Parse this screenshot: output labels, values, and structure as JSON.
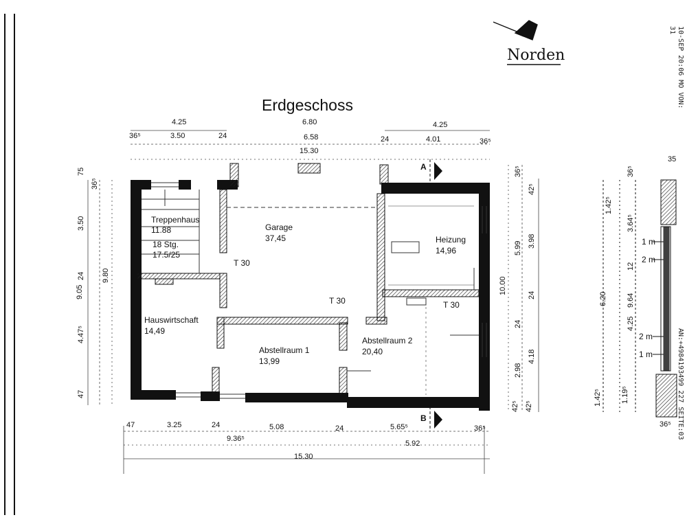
{
  "title": "Erdgeschoss",
  "north": "Norden",
  "section_marks": [
    "A",
    "B"
  ],
  "rooms": [
    {
      "key": "treppenhaus",
      "lines": [
        "Treppenhaus",
        "11.88"
      ]
    },
    {
      "key": "stairs",
      "lines": [
        "18 Stg.",
        "17.5/25"
      ]
    },
    {
      "key": "garage",
      "lines": [
        "Garage",
        "37,45"
      ]
    },
    {
      "key": "heizung",
      "lines": [
        "Heizung",
        "14,96"
      ]
    },
    {
      "key": "hauswirtschaft",
      "lines": [
        "Hauswirtschaft",
        "14,49"
      ]
    },
    {
      "key": "abstellraum1",
      "lines": [
        "Abstellraum 1",
        "13,99"
      ]
    },
    {
      "key": "abstellraum2",
      "lines": [
        "Abstellraum 2",
        "20,40"
      ]
    }
  ],
  "doors": [
    "T 30",
    "T 30",
    "T 30"
  ],
  "dims_top": [
    "4.25",
    "6.80",
    "4.25",
    "36⁵",
    "3.50",
    "24",
    "6.58",
    "24",
    "4.01",
    "36⁵",
    "15.30"
  ],
  "dims_bottom": [
    "47",
    "3.25",
    "24",
    "5.08",
    "24",
    "5.65⁵",
    "36⁵",
    "9.36⁵",
    "5.92",
    "15.30"
  ],
  "dims_left": [
    "75",
    "36⁵",
    "3.50",
    "24",
    "9.80",
    "9.05",
    "4.47⁵",
    "47"
  ],
  "dims_right": [
    "36⁵",
    "42⁵",
    "3.98",
    "5.99",
    "10.00",
    "24",
    "4.18",
    "24",
    "2.98",
    "42⁵",
    "42⁵"
  ],
  "section_dims": [
    "36⁵",
    "1.42⁵",
    "3.64⁵",
    "12",
    "9.64",
    "6.20",
    "4.25",
    "1.19⁵",
    "1.42⁵",
    "36⁵",
    "35"
  ],
  "section_levels": [
    "1 m",
    "2 m",
    "2 m",
    "1 m"
  ],
  "fax_header": "10-SEP 20:06 MO   VON:",
  "fax_footer": "AN:+4984193499 227    SEITE:03",
  "fax_corner": "31"
}
